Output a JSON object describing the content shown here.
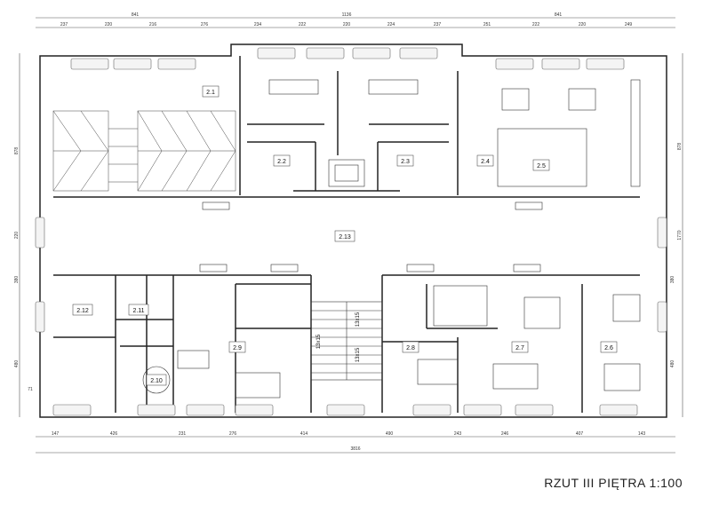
{
  "caption": "RZUT III PIĘTRA 1:100",
  "dims": {
    "top_outer": [
      "841",
      "1136",
      "841"
    ],
    "top_inner": [
      "237",
      "220",
      "216",
      "276",
      "234",
      "222",
      "220",
      "224",
      "237",
      "251",
      "222",
      "220",
      "249"
    ],
    "bottom_inner": [
      "147",
      "426",
      "231",
      "276",
      "414",
      "490",
      "243",
      "246",
      "407",
      "143"
    ],
    "bottom_outer": [
      "3816"
    ],
    "left": [
      "878",
      "220",
      "380",
      "480",
      "71"
    ],
    "right": [
      "878",
      "1770",
      "380",
      "480"
    ]
  },
  "rooms": [
    "2.1",
    "2.2",
    "2.3",
    "2.4",
    "2.5",
    "2.13",
    "2.12",
    "2.11",
    "2.10",
    "2.9",
    "2.8",
    "2.7",
    "2.6"
  ],
  "stairs": [
    "13x15",
    "13x15",
    "13x15"
  ]
}
